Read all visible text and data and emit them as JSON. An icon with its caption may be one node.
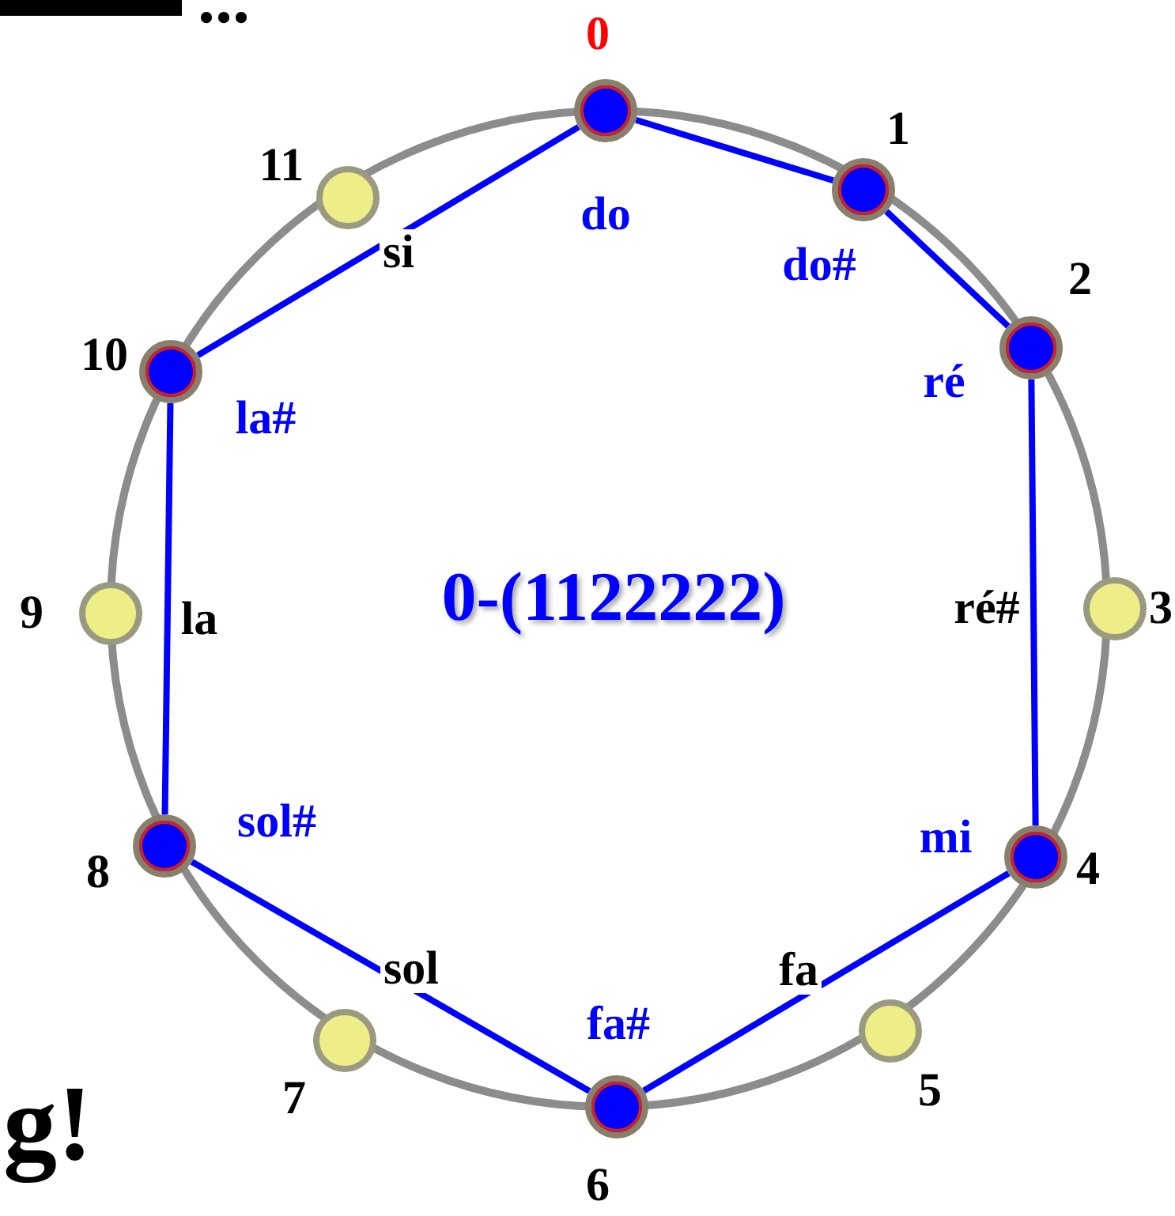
{
  "diagram": {
    "nodes": [
      {
        "text": [],
        "shape": "circle",
        "beside": [
          "0",
          "do"
        ]
      },
      {
        "text": [],
        "shape": "circle",
        "beside": [
          "1",
          "do#"
        ]
      },
      {
        "text": [],
        "shape": "circle",
        "beside": [
          "2",
          "ré"
        ]
      },
      {
        "text": [],
        "shape": "circle",
        "beside": [
          "3",
          "ré#"
        ]
      },
      {
        "text": [],
        "shape": "circle",
        "beside": [
          "4",
          "mi"
        ]
      },
      {
        "text": [],
        "shape": "circle",
        "beside": [
          "5",
          "fa"
        ]
      },
      {
        "text": [],
        "shape": "circle",
        "beside": [
          "6",
          "fa#"
        ]
      },
      {
        "text": [],
        "shape": "circle",
        "beside": [
          "7",
          "sol"
        ]
      },
      {
        "text": [],
        "shape": "circle",
        "beside": [
          "8",
          "sol#"
        ]
      },
      {
        "text": [],
        "shape": "circle",
        "beside": [
          "9",
          "la"
        ]
      },
      {
        "text": [],
        "shape": "circle",
        "beside": [
          "10",
          "la#"
        ]
      },
      {
        "text": [],
        "shape": "circle",
        "beside": [
          "11",
          "si"
        ]
      }
    ],
    "edges": [
      {
        "from": 0,
        "to": 1,
        "arrow": "none"
      },
      {
        "from": 1,
        "to": 2,
        "arrow": "none"
      },
      {
        "from": 2,
        "to": 4,
        "arrow": "none"
      },
      {
        "from": 4,
        "to": 6,
        "arrow": "none"
      },
      {
        "from": 6,
        "to": 8,
        "arrow": "none"
      },
      {
        "from": 8,
        "to": 10,
        "arrow": "none"
      },
      {
        "from": 10,
        "to": 0,
        "arrow": "none"
      }
    ],
    "labels": [
      "...",
      "0-(1122222)",
      "g!"
    ]
  }
}
